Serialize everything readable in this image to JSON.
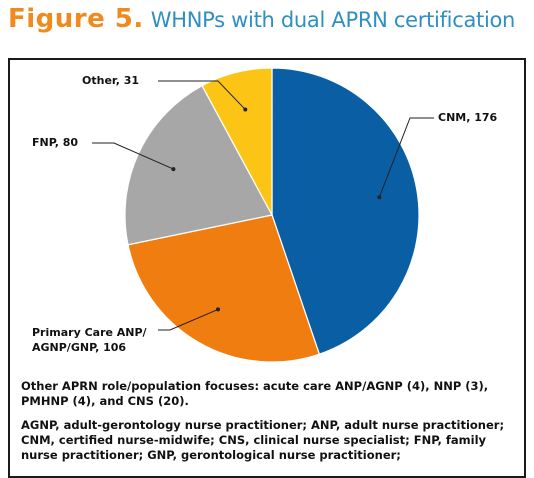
{
  "figure": {
    "number": "Figure 5.",
    "title": "WHNPs with dual APRN certification"
  },
  "colors": {
    "title_number": "#f08a1c",
    "title_text": "#2f8fc2"
  },
  "chart_data": {
    "type": "pie",
    "title": "WHNPs with dual APRN certification",
    "slices": [
      {
        "label": "CNM, 176",
        "value": 176,
        "color": "#0a5fa4"
      },
      {
        "label": "Primary Care ANP/ AGNP/GNP, 106",
        "label_lines": [
          "Primary Care ANP/",
          "AGNP/GNP, 106"
        ],
        "value": 106,
        "color": "#ef7d0f"
      },
      {
        "label": "FNP, 80",
        "value": 80,
        "color": "#a7a7a7"
      },
      {
        "label": "Other, 31",
        "value": 31,
        "color": "#fcc516"
      }
    ],
    "start_angle_deg": 0,
    "direction": "clockwise"
  },
  "notes": {
    "other_roles": "Other APRN role/population focuses: acute care ANP/AGNP (4), NNP (3), PMHNP (4), and CNS (20).",
    "abbreviations": "AGNP, adult-gerontology nurse practitioner; ANP, adult nurse practitioner; CNM, certified nurse-midwife; CNS, clinical nurse specialist; FNP, family nurse practitioner; GNP, gerontological nurse practitioner;"
  }
}
